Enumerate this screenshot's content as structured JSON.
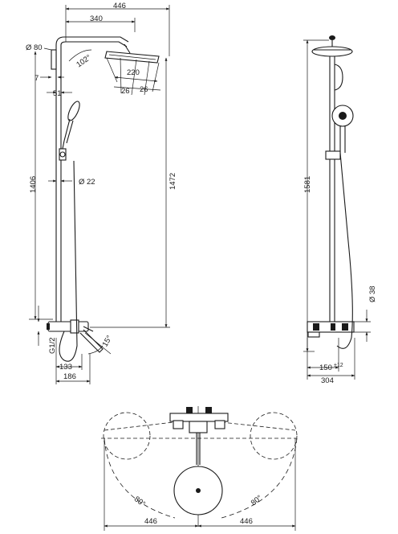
{
  "front_view": {
    "dim_overall_width": "446",
    "dim_arm_length": "340",
    "dim_wall_mount_dia": "Ø 80",
    "dim_arm_angle": "102°",
    "dim_7": "7",
    "dim_51": "51",
    "dim_head_dia": "220",
    "dim_26_left": "26",
    "dim_26_right": "26",
    "dim_pipe_dia": "Ø 22",
    "dim_height_1406": "1406",
    "dim_height_1472": "1472",
    "dim_thread": "G1/2",
    "dim_angle_15": "15°",
    "dim_133": "133",
    "dim_186": "186"
  },
  "side_view": {
    "dim_height_1581": "1581",
    "dim_38": "Ø 38",
    "dim_150": "150",
    "dim_tolerance": "±12",
    "dim_304": "304"
  },
  "top_view": {
    "dim_angle_left": "80°",
    "dim_angle_right": "80°",
    "dim_left_446": "446",
    "dim_right_446": "446"
  }
}
